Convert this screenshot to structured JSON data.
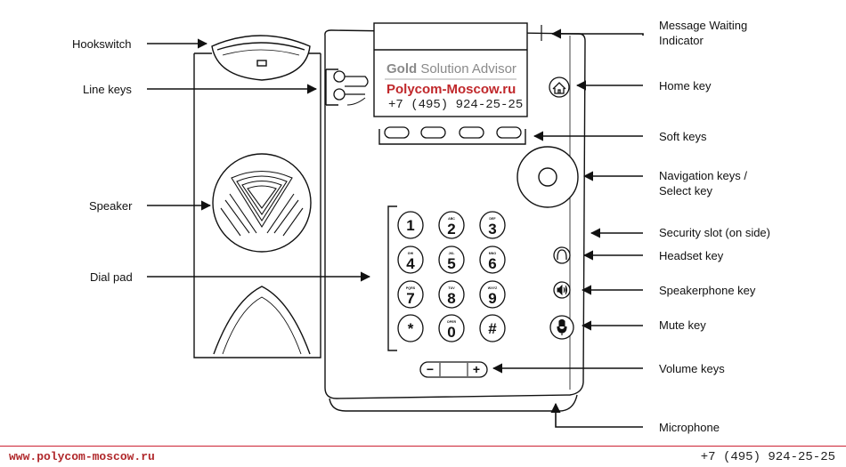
{
  "screen": {
    "partner": {
      "bold": "Gold",
      "rest": " Solution Advisor"
    },
    "site": "Polycom-Moscow.ru",
    "phone": "+7 (495) 924-25-25"
  },
  "labels": {
    "hookswitch": "Hookswitch",
    "line_keys": "Line keys",
    "speaker": "Speaker",
    "dial_pad": "Dial pad",
    "mwi_1": "Message Waiting",
    "mwi_2": "Indicator",
    "home_key": "Home key",
    "soft_keys": "Soft keys",
    "nav_1": "Navigation keys /",
    "nav_2": "Select key",
    "security_slot": "Security slot (on side)",
    "headset_key": "Headset key",
    "speakerphone_key": "Speakerphone key",
    "mute_key": "Mute key",
    "volume_keys": "Volume keys",
    "microphone": "Microphone"
  },
  "keypad": [
    {
      "digit": "1",
      "letters": ""
    },
    {
      "digit": "2",
      "letters": "ABC"
    },
    {
      "digit": "3",
      "letters": "DEF"
    },
    {
      "digit": "4",
      "letters": "GHI"
    },
    {
      "digit": "5",
      "letters": "JKL"
    },
    {
      "digit": "6",
      "letters": "MNO"
    },
    {
      "digit": "7",
      "letters": "PQRS"
    },
    {
      "digit": "8",
      "letters": "TUV"
    },
    {
      "digit": "9",
      "letters": "WXYZ"
    },
    {
      "digit": "*",
      "letters": ""
    },
    {
      "digit": "0",
      "letters": "OPER"
    },
    {
      "digit": "#",
      "letters": ""
    }
  ],
  "volume": {
    "minus": "−",
    "plus": "+"
  },
  "footer": {
    "website": "www.polycom-moscow.ru",
    "phone": "+7 (495) 924-25-25"
  },
  "colors": {
    "accent_red": "#c0282b",
    "line": "#111111"
  }
}
